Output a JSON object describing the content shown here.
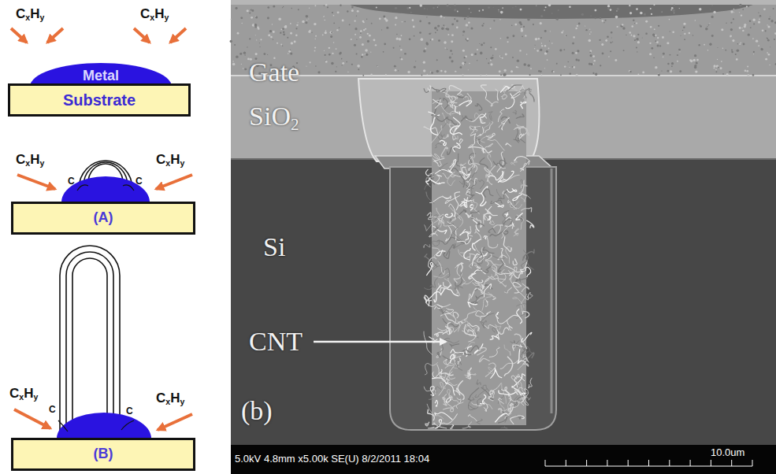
{
  "diagram": {
    "nodes": [
      {
        "text": [
          "Metal"
        ]
      },
      {
        "text": [
          "Substrate"
        ]
      },
      {
        "text": [
          "(A)"
        ]
      },
      {
        "text": [
          "(B)"
        ]
      }
    ],
    "labels": [
      "CxHy",
      "CxHy",
      "CxHy",
      "CxHy",
      "C",
      "C",
      "CxHy",
      "CxHy",
      "C",
      "C",
      "Gate",
      "SiO2",
      "Si",
      "CNT",
      "(b)",
      "5.0kV 4.8mm x5.00k SE(U) 8/2/2011 18:04",
      "10.0um"
    ]
  }
}
